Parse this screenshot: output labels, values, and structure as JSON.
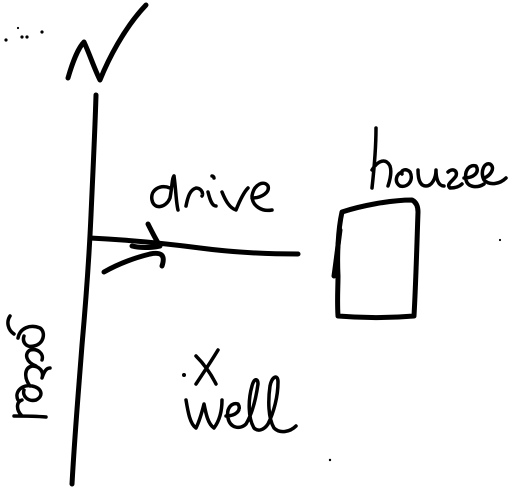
{
  "labels": {
    "north": "N",
    "road": "road",
    "drive": "drive",
    "house": "house",
    "well_mark": "X",
    "well": "well"
  },
  "colors": {
    "ink": "#000000",
    "paper": "#ffffff"
  }
}
